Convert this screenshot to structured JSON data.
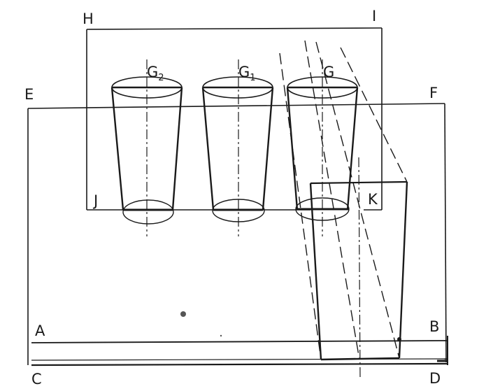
{
  "labels": {
    "H": "H",
    "I": "I",
    "E": "E",
    "F": "F",
    "J": "J",
    "K": "K",
    "A": "A",
    "B": "B",
    "C": "C",
    "D": "D",
    "G": "G",
    "G1_base": "G",
    "G1_sub": "1",
    "G2_base": "G",
    "G2_sub": "2"
  },
  "colors": {
    "ink": "#1a1a1a",
    "paper": "#ffffff"
  }
}
